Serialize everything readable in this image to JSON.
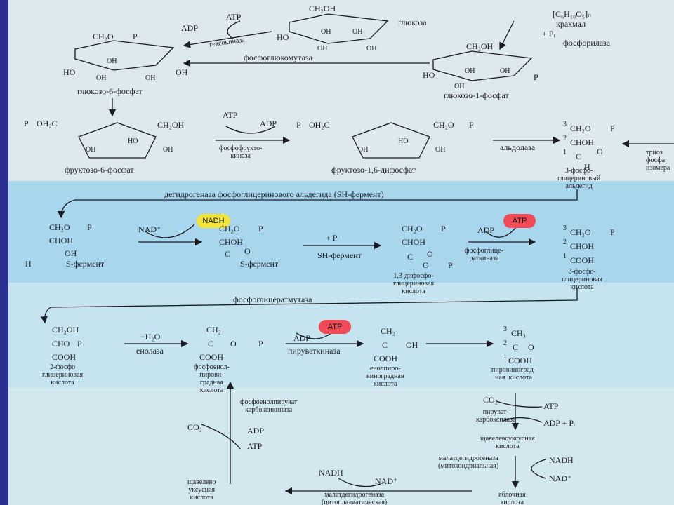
{
  "colors": {
    "frame": "#2b2f8f",
    "paper": "#dde9ee",
    "band_blue": "#a8d6ec",
    "band_light": "#c6e4ef",
    "nadh": "#f2e43a",
    "atp": "#f04b56"
  },
  "sugars": {
    "glucose": {
      "top": "CH₂OH",
      "ring": [
        "OH",
        "OH",
        "OH",
        "OH"
      ],
      "ho": "HO",
      "name": "глюкоза"
    },
    "g6p": {
      "top": "CH₂O",
      "p": "P",
      "ring": [
        "OH",
        "OH",
        "OH"
      ],
      "ho": "HO",
      "oh": "OH",
      "name": "глюкозо-6-фосфат"
    },
    "g1p": {
      "top": "CH₂OH",
      "ring": [
        "OH",
        "OH",
        "OH"
      ],
      "ho": "HO",
      "p": "P",
      "name": "глюкозо-1-фосфат"
    },
    "f6p": {
      "left": "OH₂C",
      "p": "P",
      "right": "CH₂OH",
      "ring": [
        "HO",
        "OH",
        "OH"
      ],
      "name": "фруктозо-6-фосфат"
    },
    "fbp": {
      "left": "OH₂C",
      "p": "P",
      "right": "CH₂O",
      "ring": [
        "HO",
        "OH",
        "OH"
      ],
      "name": "фруктозо-1,6-дифосфат"
    }
  },
  "starch": {
    "formula": "[C₆H₁₀O₅]ₙ",
    "name": "крахмал",
    "pi": "+ Pᵢ",
    "enzyme": "фосфорилаза"
  },
  "enzymes": {
    "hexokinase": "гексокиназа",
    "atp": "ATP",
    "adp": "ADP",
    "phosphoglucomutase": "фосфоглюкомутаза",
    "pfk_atp": "ATP",
    "pfk_adp": "ADP",
    "pfk": "фосфофрукто-\nкиназа",
    "aldolase": "альдолаза",
    "triose_isomerase": "триоз\nфосфа\nизомера",
    "gapdh": "дегидрогеназа  фосфоглицеринового альдегида  (SH-фермент)",
    "pgk": "фосфоглице-\nраткиназа",
    "pgm": "фосфоглицератмутаза",
    "enolase": "енолаза",
    "h2o": "−H₂O",
    "pk": "пируваткиназа",
    "pc": "пируват-\nкарбоксилаза",
    "pepck": "фосфоенолпируват\nкарбоксикиназа",
    "mdh_mito": "малатдегидрогеназа\n(митохондриальная)",
    "mdh_cyto": "малатдегидрогеназа\n(цитоплазматическая)"
  },
  "glyceraldehyde": {
    "c3": "3",
    "l1": "CH₂O",
    "p": "P",
    "c2": "2",
    "l2": "CHOH",
    "c1": "1",
    "l3": "C",
    "o": "O",
    "h": "H",
    "name": "3-фосфо-\nглицериновый\nальдегид"
  },
  "thio": {
    "l1": "CH₂O",
    "p": "P",
    "l2": "CHOH",
    "l3": "OH",
    "h": "H",
    "sf": "S-фермент"
  },
  "acyl": {
    "l1": "CH₂O",
    "p": "P",
    "l2": "CHOH",
    "l3": "C",
    "o": "O",
    "sf": "S-фермент"
  },
  "nad_step": {
    "nad": "NAD⁺",
    "nadh": "NADH",
    "pi": "+ Pᵢ",
    "sh": "SH-фермент"
  },
  "bpg": {
    "l1": "CH₂O",
    "p": "P",
    "l2": "CHOH",
    "l3": "C",
    "o": "O",
    "o2": "O",
    "p2": "P",
    "name": "1,3-дифосфо-\nглицериновая\nкислота"
  },
  "pgk_step": {
    "adp": "ADP",
    "atp": "ATP"
  },
  "pg3": {
    "c3": "3",
    "l1": "CH₂O",
    "p": "P",
    "c2": "2",
    "l2": "CHOH",
    "c1": "1",
    "l3": "COOH",
    "name": "3-фосфо-\nглицериновая\nкислота"
  },
  "pg2": {
    "l1": "CH₂OH",
    "l2": "CHO",
    "p": "P",
    "l3": "COOH",
    "name": "2-фосфо\nглицериновая\nкислота"
  },
  "pep": {
    "l1": "CH₂",
    "l2": "C",
    "o": "O",
    "p": "P",
    "l3": "COOH",
    "name": "фосфоенол-\nпирови-\nградная\nкислота"
  },
  "pk_step": {
    "adp": "ADP",
    "atp": "ATP"
  },
  "enolpyr": {
    "l1": "CH₂",
    "l2": "C",
    "oh": "OH",
    "l3": "COOH",
    "name": "енолпиро-\nвиноградная\nкислота"
  },
  "pyruvate": {
    "c3": "3",
    "l1": "CH₃",
    "c2": "2",
    "l2": "C",
    "o": "O",
    "c1": "1",
    "l3": "COOH",
    "name": "пировиноград-\nная  кислота"
  },
  "pc_step": {
    "co2": "CO₂",
    "atp": "ATP",
    "adp": "ADP + Pᵢ"
  },
  "oaa_mito": "щавелевоуксусная\nкислота",
  "mdh_step": {
    "nadh": "NADH",
    "nad": "NAD⁺"
  },
  "malate": "яблочная\nкислота",
  "cyto_step": {
    "nadh": "NADH",
    "nad": "NAD⁺"
  },
  "oaa_cyto": "щавелево\nуксусная\nкислота",
  "pepck_step": {
    "co2": "CO₂",
    "adp": "ADP",
    "atp": "ATP"
  }
}
